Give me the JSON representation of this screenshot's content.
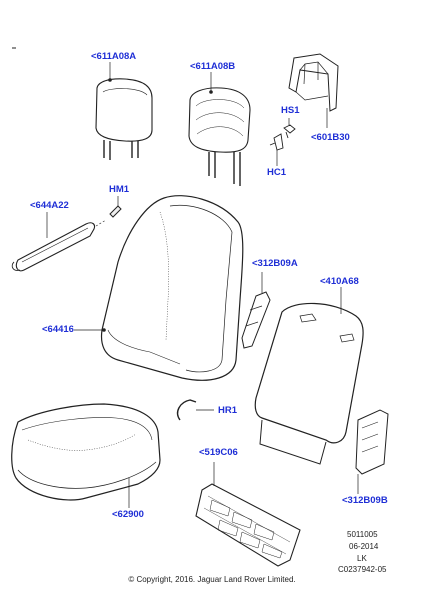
{
  "labels": {
    "headrest_a": "<611A08A",
    "headrest_b": "<611A08B",
    "guide_hs1": "HS1",
    "guide_601b30": "<601B30",
    "guide_hc1": "HC1",
    "rod_hm1": "HM1",
    "armrest": "<644A22",
    "backrest_cover": "<64416",
    "side_panel": "<312B09A",
    "back_board": "<410A68",
    "clip_hr1": "HR1",
    "cushion_mat": "<519C06",
    "cushion": "<62900",
    "bracket": "<312B09B"
  },
  "footer": {
    "doc_number": "5011005",
    "date": "06-2014",
    "market": "LK",
    "ref": "C0237942-05",
    "copyright": "© Copyright, 2016. Jaguar Land Rover Limited."
  }
}
